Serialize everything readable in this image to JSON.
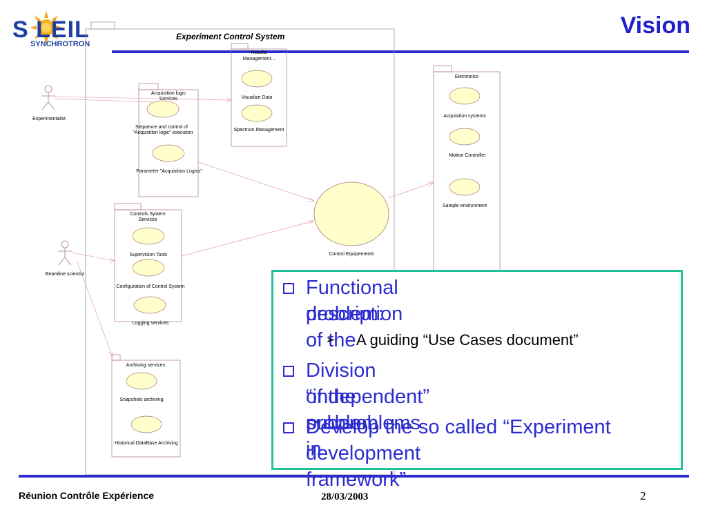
{
  "header": {
    "title": "Vision",
    "logo": {
      "word": "S LEIL",
      "sub": "SYNCHROTRON"
    },
    "colors": {
      "accent": "#2b2bd0",
      "logo_blue": "#1f3fa0",
      "sun": "#f7a21a",
      "box_border": "#22c197"
    }
  },
  "diagram": {
    "system_title": "Experiment Control System",
    "actors": {
      "experimentalist": "Experimentalist",
      "beamline_scientist": "Beamline scientist"
    },
    "packages": {
      "results": {
        "title_lines": [
          "Results",
          "Management..."
        ],
        "use_cases": [
          "Visualize Data",
          "Spectrum Management"
        ]
      },
      "acquisition": {
        "title_lines": [
          "Acquisition logic",
          "Services"
        ],
        "use_cases": [
          "Sequence and control of",
          "\"Acquisition logic\" execution",
          "Parameter \"Acquisition Logics\""
        ]
      },
      "controls": {
        "title_lines": [
          "Controls System",
          "Services"
        ],
        "use_cases": [
          "Supervision Tools",
          "Configuration of Control System",
          "Logging services"
        ]
      },
      "archiving": {
        "title": "Archiving services",
        "use_cases": [
          "Snapshots archiving",
          "Historical DataBase Archiving"
        ]
      },
      "electronics": {
        "title": "Electronics",
        "use_cases": [
          "Acquisition systems",
          "Motion Controller",
          "Sample environment"
        ]
      }
    },
    "control_equipements": "Control Equipements"
  },
  "content": {
    "bullets": [
      {
        "text_lines": [
          "Functional description of the",
          "problem:"
        ]
      },
      {
        "text_lines": [
          "Division of the problem in",
          "“independent” subproblems"
        ]
      },
      {
        "text_lines": [
          "Develop the so called “Experiment",
          "development framework”"
        ]
      }
    ],
    "sub_bullet": "A guiding “Use Cases document”"
  },
  "footer": {
    "left": "Réunion Contrôle Expérience",
    "date": "28/03/2003",
    "page": "2"
  }
}
